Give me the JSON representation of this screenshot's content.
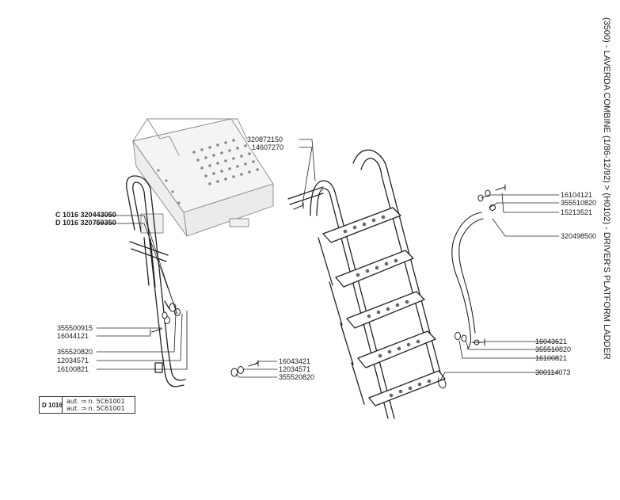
{
  "title": "(3500) - LAVERDA COMBINE (1/86-12/92) > (H0102) - DRIVER'S PLATFORM LADDER",
  "left_part": {
    "c_variant": "C 1016",
    "c_code": "320443050",
    "d_variant": "D 1016",
    "d_code": "320759350"
  },
  "part_numbers": {
    "p355500915": "355500915",
    "p16044121": "16044121",
    "p355520820a": "355520820",
    "p12034571a": "12034571",
    "p16100821a": "16100821",
    "p16043421": "16043421",
    "p12034571b": "12034571",
    "p355520820b": "355520820",
    "p320872150": "320872150",
    "p14607270": "14607270",
    "p16104121": "16104121",
    "p355510820a": "355510820",
    "p15213521": "15213521",
    "p320498500": "320498500",
    "p16043621": "16043621",
    "p355510820b": "355510820",
    "p16100821b": "16100821",
    "p300114073": "300114073"
  },
  "variant_box": {
    "code": "D 1016",
    "line1": "aut. ⇒ n. 5C61001",
    "line2": "aut. ⇒ n. 5C61001"
  },
  "icons": [
    "platform-frame",
    "handrail-tube",
    "step-ladder",
    "retaining-cable",
    "bolt",
    "washer"
  ]
}
